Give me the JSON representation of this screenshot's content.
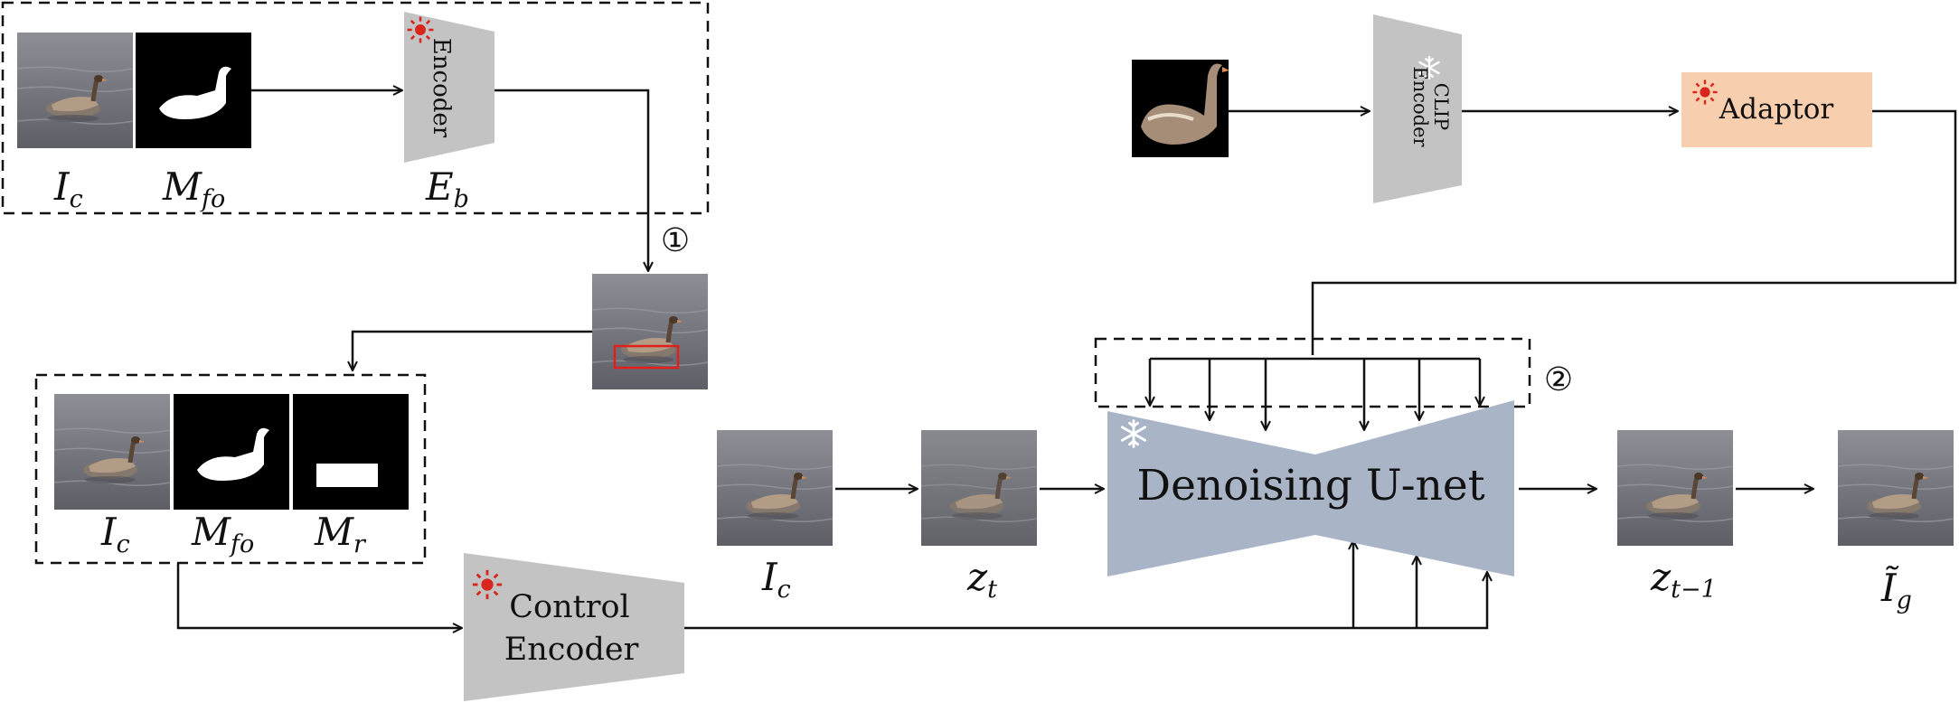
{
  "labels": {
    "ic": "I",
    "ic_sub": "c",
    "mfo": "M",
    "mfo_sub": "fo",
    "mr": "M",
    "mr_sub": "r",
    "eb": "E",
    "eb_sub": "b",
    "zt": "z",
    "zt_sub": "t",
    "zt1": "z",
    "zt1_sub": "t−1",
    "ig": "Ĩ",
    "ig_sub": "g"
  },
  "blocks": {
    "encoder": "Encoder",
    "clip_line1": "CLIP",
    "clip_line2": "Encoder",
    "adaptor": "Adaptor",
    "control_line1": "Control",
    "control_line2": "Encoder",
    "unet": "Denoising U-net"
  },
  "steps": {
    "one": "①",
    "two": "②"
  },
  "colors": {
    "gray_block": "#c3c3c3",
    "unet": "#a9b5c7",
    "adaptor": "#f8cfae",
    "trainable_icon": "#d9261c",
    "frozen_icon": "#ffffff",
    "line": "#111111"
  }
}
